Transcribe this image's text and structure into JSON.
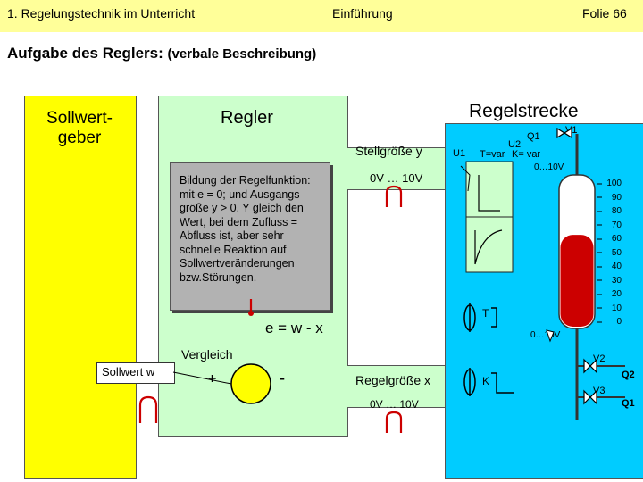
{
  "header": {
    "left_title": "1. Regelungstechnik im Unterricht",
    "center_title": "Einführung",
    "slide_number": "Folie 66"
  },
  "subtitle": {
    "main": "Aufgabe des Reglers:",
    "note": "(verbale Beschreibung)"
  },
  "setpoint_box": {
    "label": "Sollwert-\ngeber"
  },
  "controller_box": {
    "title": "Regler",
    "output_label": "Stellgröße y",
    "output_range": "0V … 10V",
    "description": "Bildung der Regelfunktion:\nmit e = 0; und Ausgangs-\ngröße y > 0. Y gleich den\nWert, bei dem Zufluss =\nAbfluss ist, aber sehr\nschnelle Reaktion auf\nSollwertveränderungen\nbzw.Störungen.",
    "error_formula": "e = w - x",
    "comparator_label": "Vergleich",
    "plus_sign": "+",
    "minus_sign": "-",
    "feedback_label": "Regelgröße x",
    "feedback_range": "0V … 10V"
  },
  "setpoint_value": {
    "label": "Sollwert w"
  },
  "plant_box": {
    "title": "Regelstrecke",
    "u1": "U1",
    "u2": "U2",
    "tvar": "T=var",
    "kvar": "K= var",
    "q1_top": "Q1",
    "v1": "V1",
    "range_top": "0…10V",
    "t_label": "T",
    "k_label": "K",
    "range_bottom": "0…10V",
    "v2": "V2",
    "v3": "V3",
    "q2": "Q2",
    "q1_bottom": "Q1",
    "scale": [
      "100",
      "90",
      "80",
      "70",
      "60",
      "50",
      "40",
      "30",
      "20",
      "10",
      "0"
    ],
    "tank_level_percent": 62
  },
  "colors": {
    "header": "#ffff99",
    "setpoint": "#ffff00",
    "controller": "#ccffcc",
    "plant": "#00ccff",
    "description": "#b2b2b2",
    "comparator": "#ffff00",
    "tank_liquid": "#cc0000"
  }
}
